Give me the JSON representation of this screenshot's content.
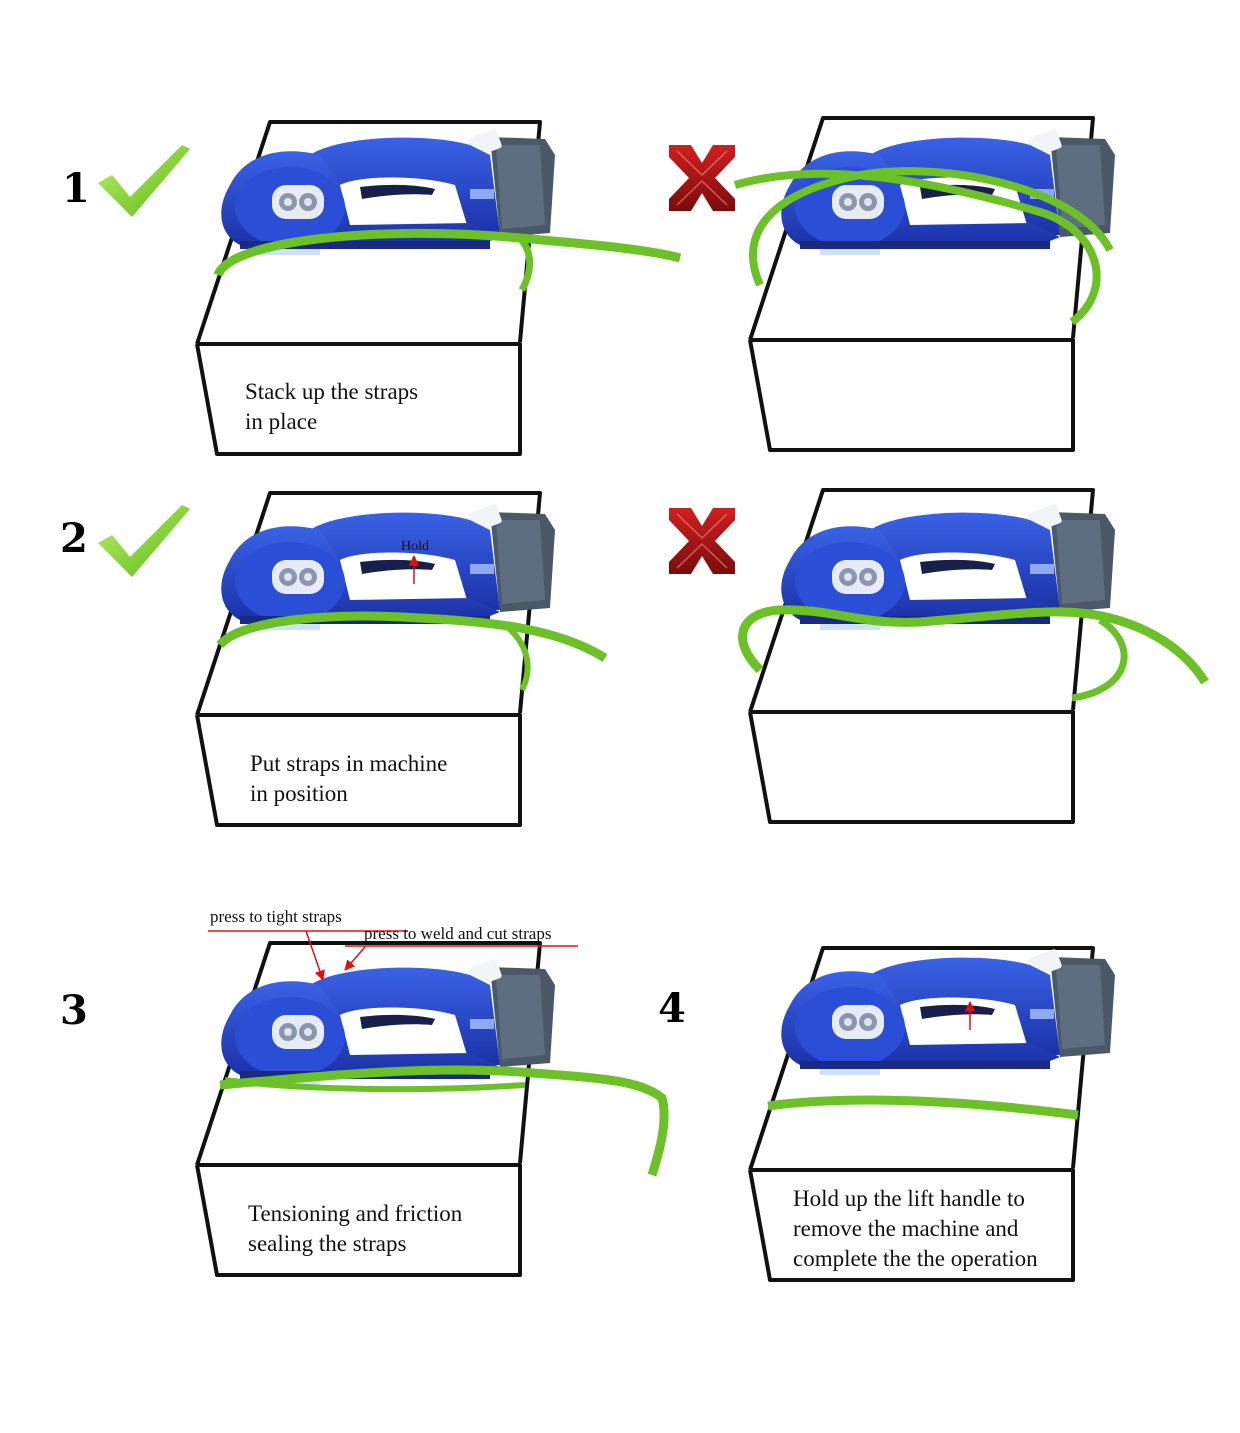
{
  "steps": {
    "s1": {
      "number": "1",
      "caption_line1": "Stack up the straps",
      "caption_line2": "in place",
      "status": "correct"
    },
    "s2": {
      "number": "2",
      "caption_line1": "Put straps in machine",
      "caption_line2": "in position",
      "status": "correct",
      "hold_label": "Hold"
    },
    "s3": {
      "number": "3",
      "caption_line1": "Tensioning and friction",
      "caption_line2": " sealing the  straps",
      "label_tight": "press to tight straps",
      "label_weld": "press to weld and cut straps"
    },
    "s4": {
      "number": "4",
      "caption_line1": "Hold up the lift handle to",
      "caption_line2": "remove the machine  and",
      "caption_line3": "complete the the operation"
    }
  },
  "wrong_examples": [
    {
      "status": "incorrect"
    },
    {
      "status": "incorrect"
    }
  ],
  "icons": {
    "correct": "green-checkmark-icon",
    "incorrect": "red-x-icon"
  },
  "colors": {
    "strap_green": "#6cc128",
    "check_green": "#7ed321",
    "cross_red": "#a31515",
    "machine_blue": "#2346c8",
    "battery_gray": "#4a5868",
    "arrow_red": "#e01010"
  }
}
